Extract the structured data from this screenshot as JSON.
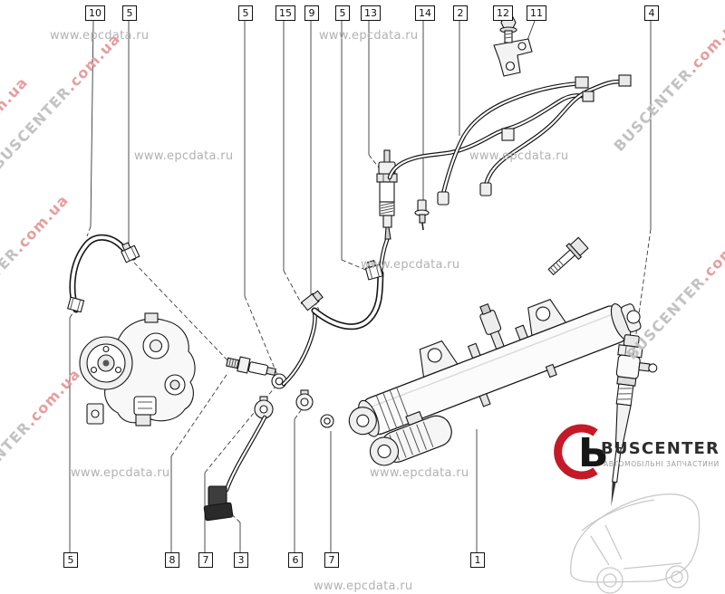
{
  "callouts": {
    "top": [
      {
        "label": "10"
      },
      {
        "label": "5"
      },
      {
        "label": "5"
      },
      {
        "label": "15"
      },
      {
        "label": "9"
      },
      {
        "label": "5"
      },
      {
        "label": "13"
      },
      {
        "label": "14"
      },
      {
        "label": "2"
      },
      {
        "label": "12"
      },
      {
        "label": "11"
      },
      {
        "label": "4"
      }
    ],
    "bottom": [
      {
        "label": "5"
      },
      {
        "label": "8"
      },
      {
        "label": "7"
      },
      {
        "label": "3"
      },
      {
        "label": "6"
      },
      {
        "label": "7"
      },
      {
        "label": "1"
      }
    ]
  },
  "watermarks": {
    "epcdata": "www.epcdata.ru",
    "brand": "BUSCENTER",
    "brand_suffix": ".com.ua"
  },
  "logo": {
    "glyph": "Ь",
    "brand": "BUSCENTER",
    "tagline": "АВТОМОБІЛЬНІ ЗАПЧАСТИНИ"
  },
  "colors": {
    "logo_red": "#c41a28",
    "watermark_gray": "#c2c2c2",
    "watermark_red": "#e79d9f",
    "line": "#1a1a1a"
  }
}
